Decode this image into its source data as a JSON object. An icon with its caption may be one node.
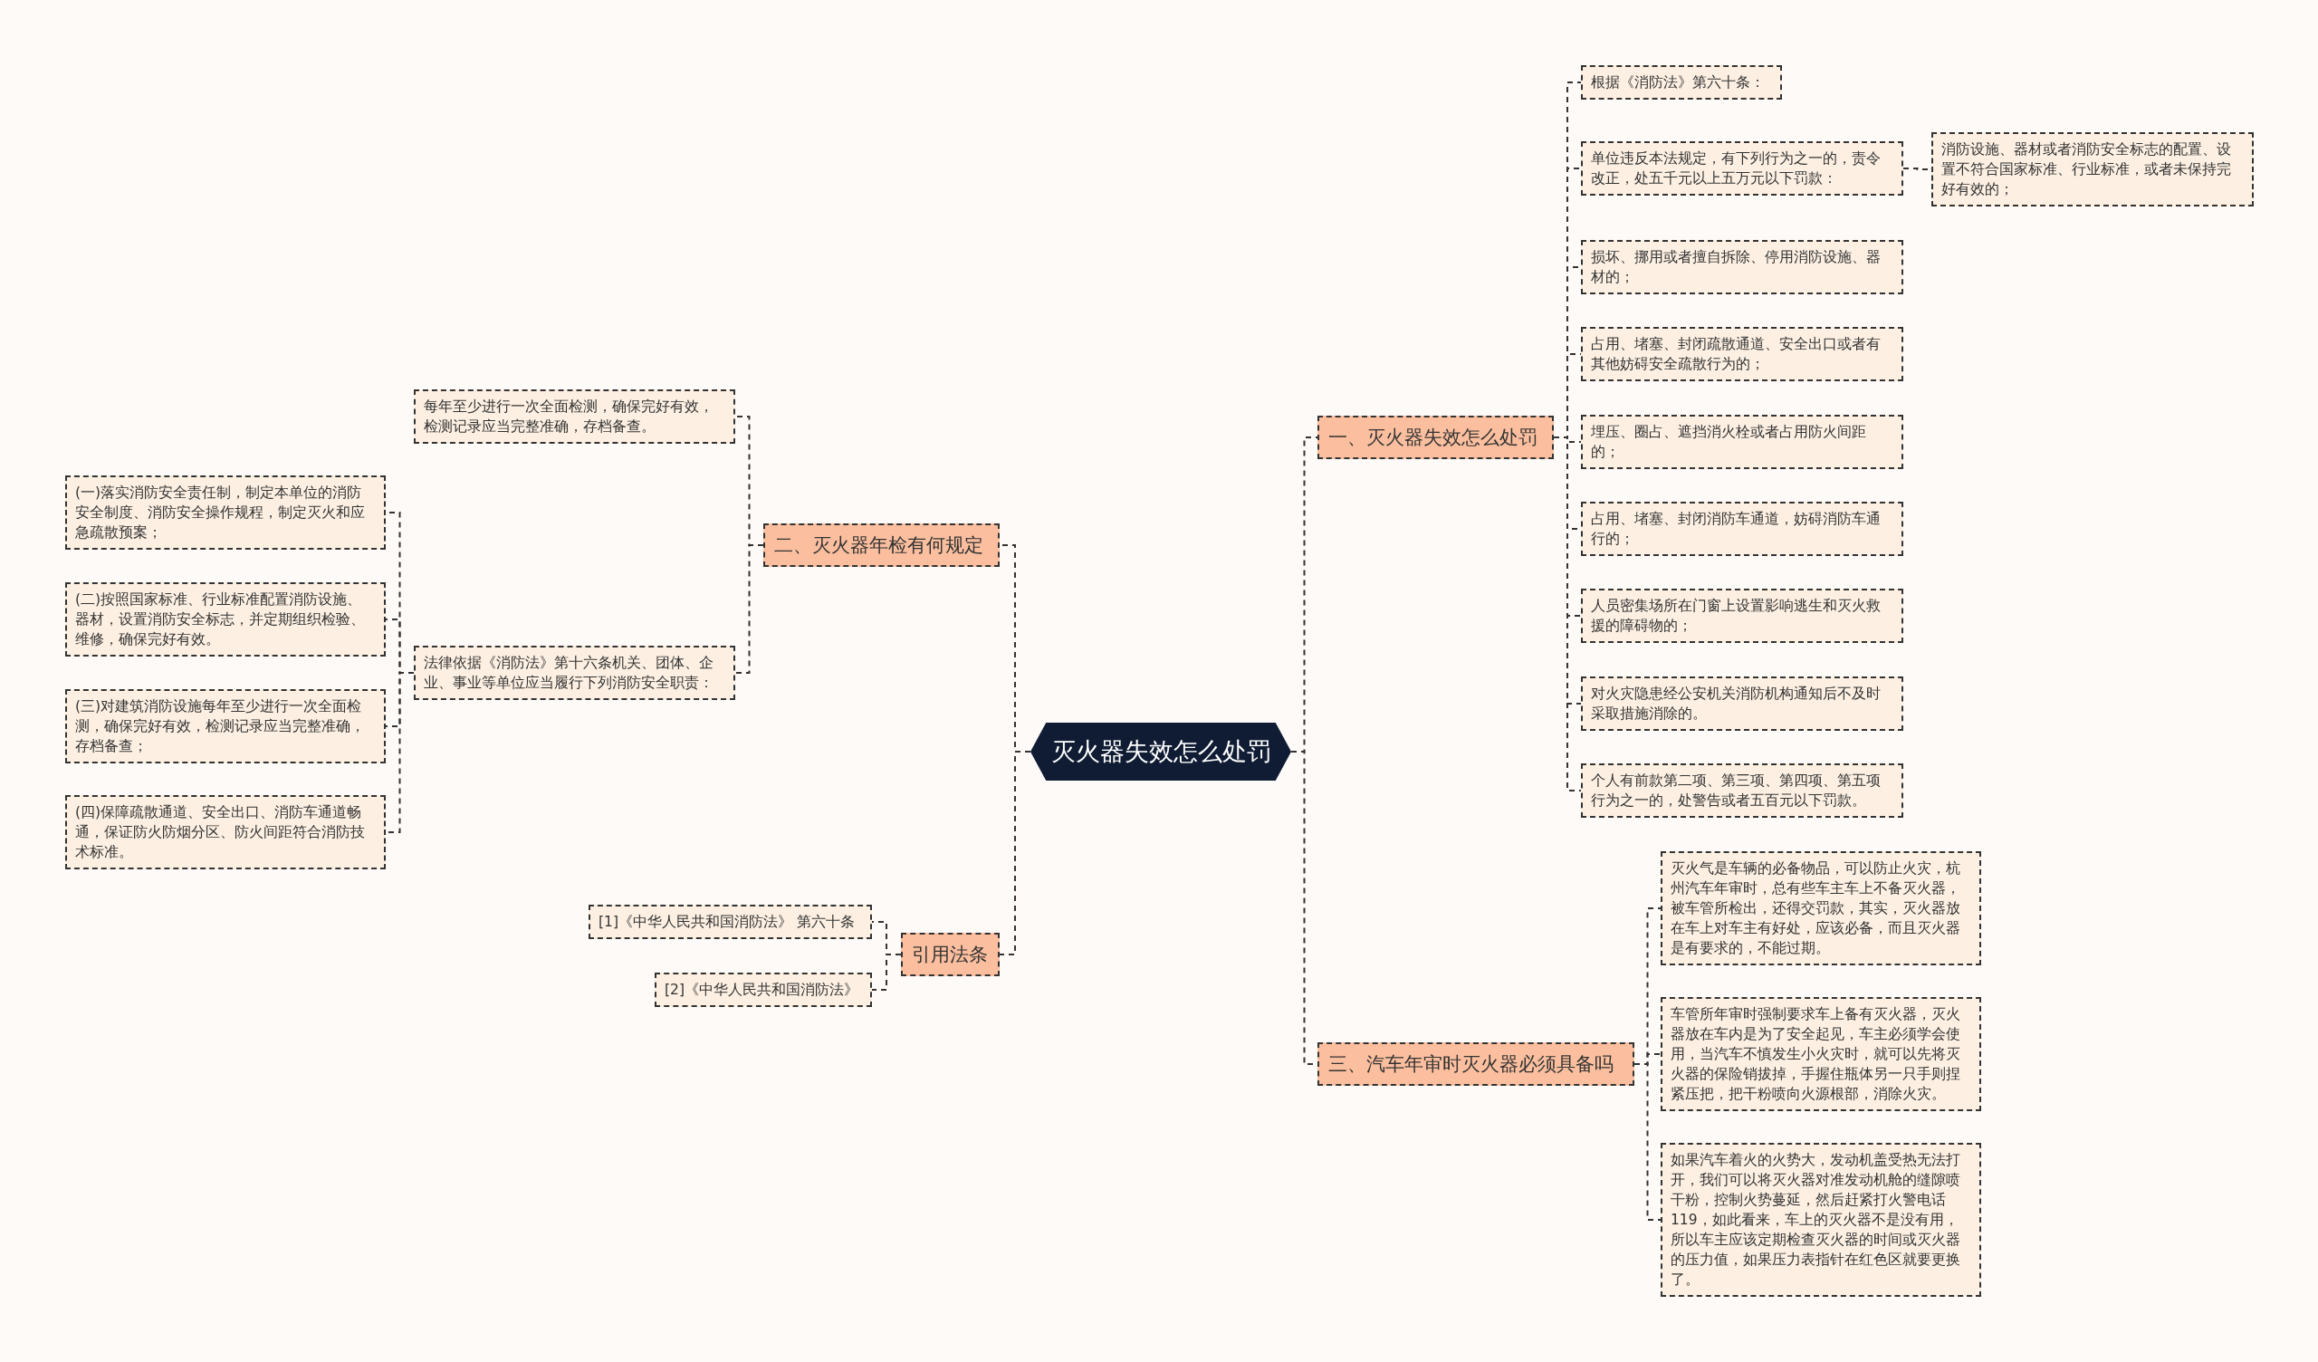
{
  "diagram": {
    "nodes": [
      {
        "text": [
          "灭火器失效怎么处罚"
        ]
      },
      {
        "text": [
          "一、灭火器失效怎么处罚"
        ]
      },
      {
        "text": [
          "根据《消防法》第六十条："
        ]
      },
      {
        "text": [
          "单位违反本法规定，有下列行为之一的，责令改正，处五千元以上五万元以下罚款："
        ]
      },
      {
        "text": [
          "消防设施、器材或者消防安全标志的配置、设置不符合国家标准、行业标准，或者未保持完好有效的；"
        ]
      },
      {
        "text": [
          "损坏、挪用或者擅自拆除、停用消防设施、器材的；"
        ]
      },
      {
        "text": [
          "占用、堵塞、封闭疏散通道、安全出口或者有其他妨碍安全疏散行为的；"
        ]
      },
      {
        "text": [
          "埋压、圈占、遮挡消火栓或者占用防火间距的；"
        ]
      },
      {
        "text": [
          "占用、堵塞、封闭消防车通道，妨碍消防车通行的；"
        ]
      },
      {
        "text": [
          "人员密集场所在门窗上设置影响逃生和灭火救援的障碍物的；"
        ]
      },
      {
        "text": [
          "对火灾隐患经公安机关消防机构通知后不及时采取措施消除的。"
        ]
      },
      {
        "text": [
          "个人有前款第二项、第三项、第四项、第五项行为之一的，处警告或者五百元以下罚款。"
        ]
      },
      {
        "text": [
          "二、灭火器年检有何规定"
        ]
      },
      {
        "text": [
          "每年至少进行一次全面检测，确保完好有效，检测记录应当完整准确，存档备查。"
        ]
      },
      {
        "text": [
          "法律依据《消防法》第十六条机关、团体、企业、事业等单位应当履行下列消防安全职责："
        ]
      },
      {
        "text": [
          "(一)落实消防安全责任制，制定本单位的消防安全制度、消防安全操作规程，制定灭火和应急疏散预案；"
        ]
      },
      {
        "text": [
          "(二)按照国家标准、行业标准配置消防设施、器材，设置消防安全标志，并定期组织检验、维修，确保完好有效。"
        ]
      },
      {
        "text": [
          "(三)对建筑消防设施每年至少进行一次全面检测，确保完好有效，检测记录应当完整准确，存档备查；"
        ]
      },
      {
        "text": [
          "(四)保障疏散通道、安全出口、消防车通道畅通，保证防火防烟分区、防火间距符合消防技术标准。"
        ]
      },
      {
        "text": [
          "引用法条"
        ]
      },
      {
        "text": [
          "[1]《中华人民共和国消防法》 第六十条"
        ]
      },
      {
        "text": [
          "[2]《中华人民共和国消防法》"
        ]
      },
      {
        "text": [
          "三、汽车年审时灭火器必须具备吗"
        ]
      },
      {
        "text": [
          "灭火气是车辆的必备物品，可以防止火灾，杭州汽车年审时，总有些车主车上不备灭火器，被车管所检出，还得交罚款，其实，灭火器放在车上对车主有好处，应该必备，而且灭火器是有要求的，不能过期。"
        ]
      },
      {
        "text": [
          "车管所年审时强制要求车上备有灭火器，灭火器放在车内是为了安全起见，车主必须学会使用，当汽车不慎发生小火灾时，就可以先将灭火器的保险销拔掉，手握住瓶体另一只手则捏紧压把，把干粉喷向火源根部，消除火灾。"
        ]
      },
      {
        "text": [
          "如果汽车着火的火势大，发动机盖受热无法打开，我们可以将灭火器对准发动机舱的缝隙喷干粉，控制火势蔓延，然后赶紧打火警电话119，如此看来，车上的灭火器不是没有用，所以车主应该定期检查灭火器的时间或灭火器的压力值，如果压力表指针在红色区就要更换了。"
        ]
      }
    ],
    "edges": [
      {
        "from": 0,
        "to": 1,
        "arrow": "none",
        "style": "dashed"
      },
      {
        "from": 1,
        "to": 2,
        "arrow": "none",
        "style": "dashed"
      },
      {
        "from": 1,
        "to": 3,
        "arrow": "none",
        "style": "dashed"
      },
      {
        "from": 3,
        "to": 4,
        "arrow": "none",
        "style": "dashed"
      },
      {
        "from": 1,
        "to": 5,
        "arrow": "none",
        "style": "dashed"
      },
      {
        "from": 1,
        "to": 6,
        "arrow": "none",
        "style": "dashed"
      },
      {
        "from": 1,
        "to": 7,
        "arrow": "none",
        "style": "dashed"
      },
      {
        "from": 1,
        "to": 8,
        "arrow": "none",
        "style": "dashed"
      },
      {
        "from": 1,
        "to": 9,
        "arrow": "none",
        "style": "dashed"
      },
      {
        "from": 1,
        "to": 10,
        "arrow": "none",
        "style": "dashed"
      },
      {
        "from": 1,
        "to": 11,
        "arrow": "none",
        "style": "dashed"
      },
      {
        "from": 0,
        "to": 12,
        "arrow": "none",
        "style": "dashed"
      },
      {
        "from": 12,
        "to": 13,
        "arrow": "none",
        "style": "dashed"
      },
      {
        "from": 12,
        "to": 14,
        "arrow": "none",
        "style": "dashed"
      },
      {
        "from": 14,
        "to": 15,
        "arrow": "none",
        "style": "dashed"
      },
      {
        "from": 14,
        "to": 16,
        "arrow": "none",
        "style": "dashed"
      },
      {
        "from": 14,
        "to": 17,
        "arrow": "none",
        "style": "dashed"
      },
      {
        "from": 14,
        "to": 18,
        "arrow": "none",
        "style": "dashed"
      },
      {
        "from": 0,
        "to": 19,
        "arrow": "none",
        "style": "dashed"
      },
      {
        "from": 19,
        "to": 20,
        "arrow": "none",
        "style": "dashed"
      },
      {
        "from": 19,
        "to": 21,
        "arrow": "none",
        "style": "dashed"
      },
      {
        "from": 0,
        "to": 22,
        "arrow": "none",
        "style": "dashed"
      },
      {
        "from": 22,
        "to": 23,
        "arrow": "none",
        "style": "dashed"
      },
      {
        "from": 22,
        "to": 24,
        "arrow": "none",
        "style": "dashed"
      },
      {
        "from": 22,
        "to": 25,
        "arrow": "none",
        "style": "dashed"
      }
    ]
  }
}
